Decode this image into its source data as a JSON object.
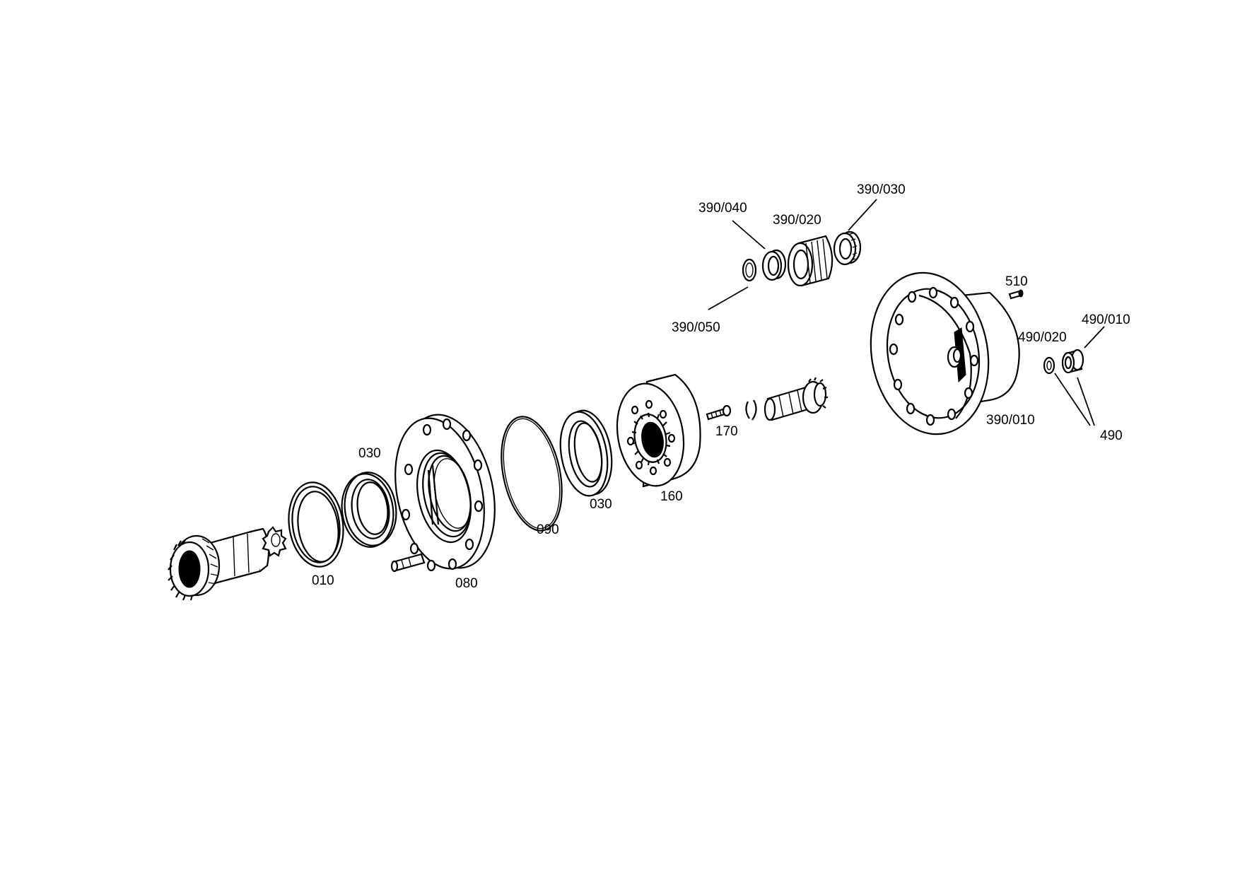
{
  "drawing": {
    "type": "exploded parts diagram",
    "labels": [
      {
        "id": "010",
        "text": "010"
      },
      {
        "id": "030a",
        "text": "030"
      },
      {
        "id": "080",
        "text": "080"
      },
      {
        "id": "090",
        "text": "090"
      },
      {
        "id": "030b",
        "text": "030"
      },
      {
        "id": "160",
        "text": "160"
      },
      {
        "id": "170",
        "text": "170"
      },
      {
        "id": "390_040",
        "text": "390/040"
      },
      {
        "id": "390_020",
        "text": "390/020"
      },
      {
        "id": "390_030",
        "text": "390/030"
      },
      {
        "id": "390_050",
        "text": "390/050"
      },
      {
        "id": "510",
        "text": "510"
      },
      {
        "id": "490_020",
        "text": "490/020"
      },
      {
        "id": "490_010",
        "text": "490/010"
      },
      {
        "id": "390_010",
        "text": "390/010"
      },
      {
        "id": "490",
        "text": "490"
      }
    ]
  }
}
